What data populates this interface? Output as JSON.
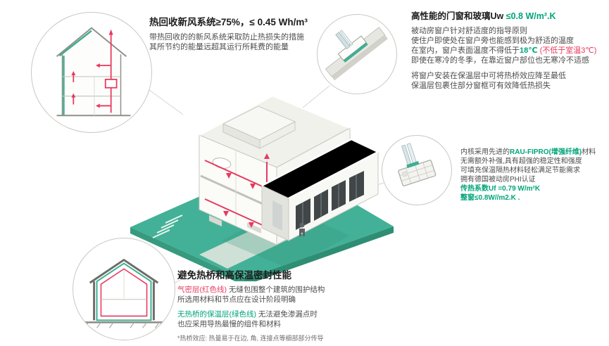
{
  "palette": {
    "accent_green": "#00a579",
    "accent_red": "#e8395f",
    "ground_teal": "#43b197"
  },
  "hrv": {
    "title": "热回收新风系统≥75%，≤ 0.45 Wh/m³",
    "line1": "带热回收的的新风系统采取防止热损失的措施",
    "line2": "其所节约的能量远超其运行所耗费的能量"
  },
  "windows": {
    "title_black": "高性能的门窗和玻璃Uw ",
    "title_green": "≤0.8 W/m².K",
    "line1": "被动房窗户针对舒适度的指导原则",
    "line2": "使住户即使处在窗户旁也能感到极为舒适的温度",
    "line3_pre": "在室内，窗户表面温度不得低于",
    "line3_temp": "18℃",
    "line3_note": "(不低于室温3℃)",
    "line4": "即使在寒冷的冬季，在靠近窗户部位也无寒冷不适感",
    "line5": "将窗户安装在保温层中可将热桥效应降至最低",
    "line6": "保温层包裹住部分窗框可有效降低热损失"
  },
  "profile": {
    "line1_pre": "内核采用先进的",
    "line1_highlight": "RAU-FIPRO(增强纤维)",
    "line1_post": "材料",
    "line2": "无需额外补强,具有超强的稳定性和强度",
    "line3": "可填充保温隔热材料轻松满足节能需求",
    "line4": "拥有德国被动房PHI认证",
    "line5": "传热系数Uf =0.79 W/m²K",
    "line6": "整窗≤0.8W//m2.K ."
  },
  "envelope": {
    "title": "避免热桥和高保温密封性能",
    "airtight_label": "气密层(红色线)",
    "airtight_line1": "无缝包围整个建筑的围护结构",
    "airtight_line2": "所选用材料和节点应在设计阶段明确",
    "insulation_label": "无热桥的保温层(绿色线)",
    "insulation_line1": "无法避免渗漏点时",
    "insulation_line2": "也应采用导热最慢的组件和材料",
    "footnote": "*热桥效应: 热量易于在边, 角, 连接点等细部部分传导"
  }
}
